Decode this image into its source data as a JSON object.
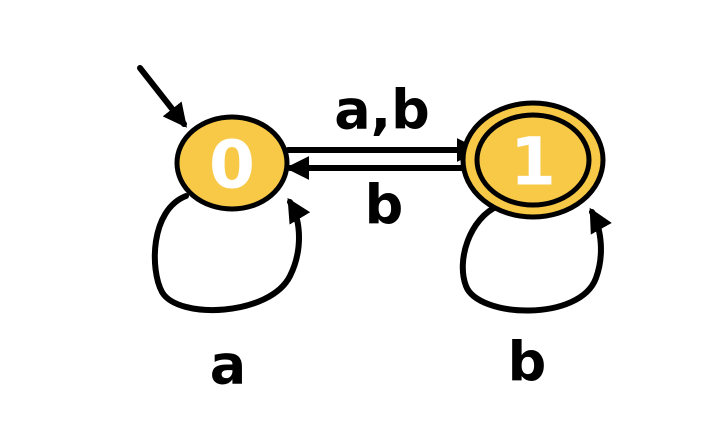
{
  "states": [
    {
      "id": "0",
      "label": "0",
      "initial": true,
      "accepting": false
    },
    {
      "id": "1",
      "label": "1",
      "initial": false,
      "accepting": true
    }
  ],
  "transitions": [
    {
      "from": "0",
      "to": "1",
      "label": "a,b"
    },
    {
      "from": "1",
      "to": "0",
      "label": "b"
    },
    {
      "from": "0",
      "to": "0",
      "label": "a"
    },
    {
      "from": "1",
      "to": "1",
      "label": "b"
    }
  ],
  "colors": {
    "state_fill": "#f7c946",
    "stroke": "#000000",
    "state_text": "#ffffff",
    "background": "#ffffff"
  }
}
